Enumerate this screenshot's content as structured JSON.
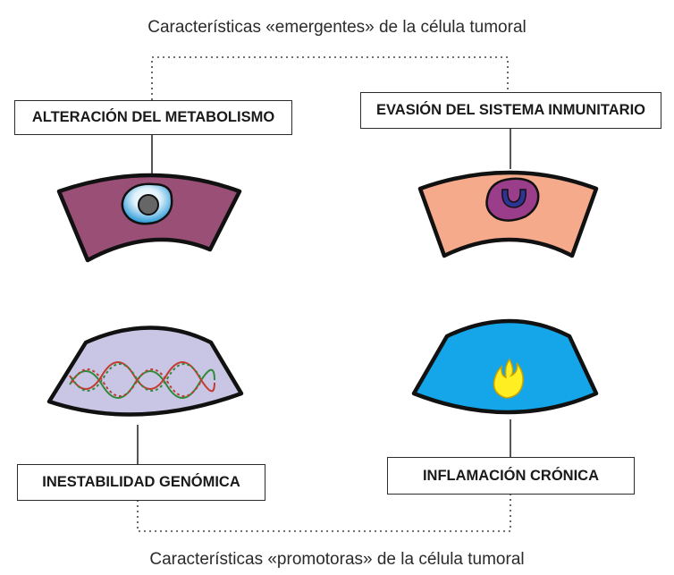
{
  "captions": {
    "top": "Características «emergentes» de la célula tumoral",
    "bottom": "Características «promotoras» de la célula tumoral"
  },
  "labels": {
    "metabolism": "ALTERACIÓN DEL METABOLISMO",
    "immune": "EVASIÓN DEL SISTEMA INMUNITARIO",
    "genomic": "INESTABILIDAD GENÓMICA",
    "inflammation": "INFLAMACIÓN CRÓNICA"
  },
  "colors": {
    "metabolism_panel": "#9a4f76",
    "immune_panel": "#f5aa8c",
    "genomic_panel": "#c9c5e4",
    "inflammation_panel": "#14a6e8",
    "cell_nucleus": "#666666",
    "cell_gradient": "#2a9ad8",
    "immune_cell": "#9a3d8a",
    "immune_cell_inner": "#2d3594",
    "dna_green": "#2e8b3a",
    "dna_red": "#c43a30",
    "flame": "#ffee22"
  },
  "icons": {
    "metabolism": "tumor-cell-icon",
    "immune": "immune-cell-icon",
    "genomic": "dna-helix-icon",
    "inflammation": "flame-icon"
  }
}
